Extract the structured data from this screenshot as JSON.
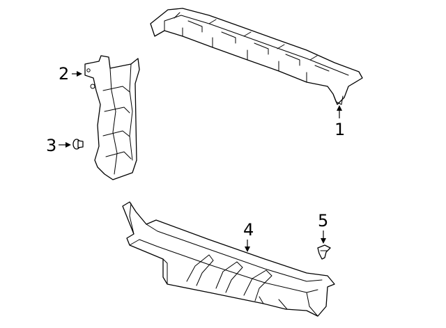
{
  "diagram": {
    "callouts": [
      {
        "id": "1",
        "label": "1",
        "part": "upper-air-deflector"
      },
      {
        "id": "2",
        "label": "2",
        "part": "side-air-baffle"
      },
      {
        "id": "3",
        "label": "3",
        "part": "push-pin-retainer"
      },
      {
        "id": "4",
        "label": "4",
        "part": "lower-air-deflector"
      },
      {
        "id": "5",
        "label": "5",
        "part": "clip-retainer"
      }
    ],
    "colors": {
      "line": "#000000",
      "background": "#ffffff"
    }
  }
}
